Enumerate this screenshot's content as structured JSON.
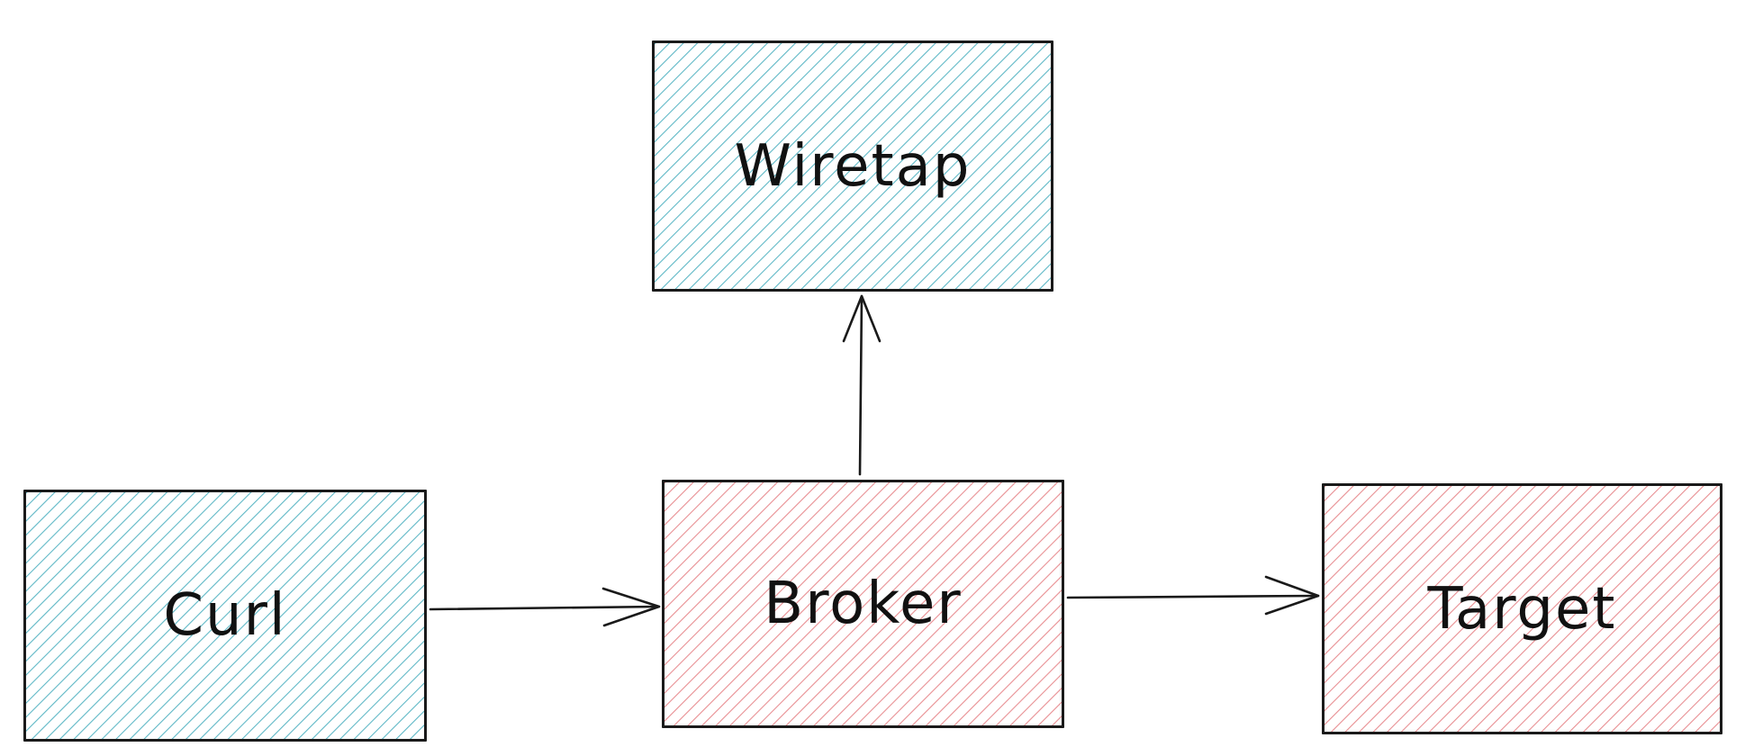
{
  "diagram": {
    "colors": {
      "blue_hatch": "#5fb8c6",
      "red_hatch": "#e88e92",
      "stroke": "#1a1a1a",
      "background": "#ffffff"
    },
    "nodes": [
      {
        "id": "wiretap",
        "label": "Wiretap",
        "fill": "blue"
      },
      {
        "id": "curl",
        "label": "Curl",
        "fill": "blue"
      },
      {
        "id": "broker",
        "label": "Broker",
        "fill": "red"
      },
      {
        "id": "target",
        "label": "Target",
        "fill": "red"
      }
    ],
    "edges": [
      {
        "from": "curl",
        "to": "broker"
      },
      {
        "from": "broker",
        "to": "target"
      },
      {
        "from": "broker",
        "to": "wiretap"
      }
    ]
  }
}
